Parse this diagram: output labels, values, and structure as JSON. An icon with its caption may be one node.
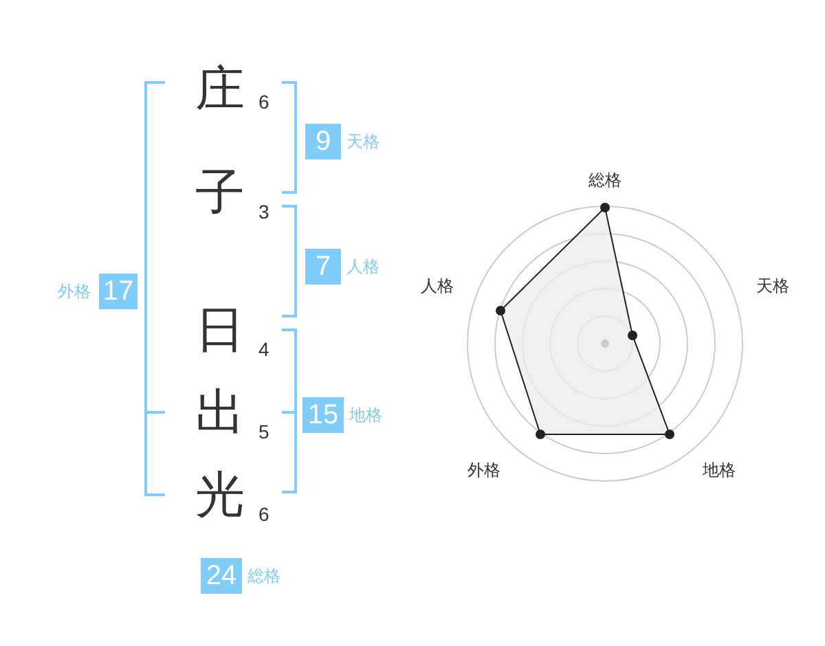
{
  "diagram": {
    "nodes": [
      {
        "text": [
          "9"
        ],
        "beside": [
          "天格"
        ]
      },
      {
        "text": [
          "7"
        ],
        "beside": [
          "人格"
        ]
      },
      {
        "text": [
          "17"
        ],
        "beside": [
          "外格"
        ]
      },
      {
        "text": [
          "15"
        ],
        "beside": [
          "地格"
        ]
      },
      {
        "text": [
          "24"
        ],
        "beside": [
          "総格"
        ]
      }
    ],
    "labels": [
      "庄",
      "6",
      "子",
      "3",
      "日",
      "4",
      "出",
      "5",
      "光",
      "6",
      "総格",
      "人格",
      "天格",
      "外格",
      "地格"
    ]
  }
}
